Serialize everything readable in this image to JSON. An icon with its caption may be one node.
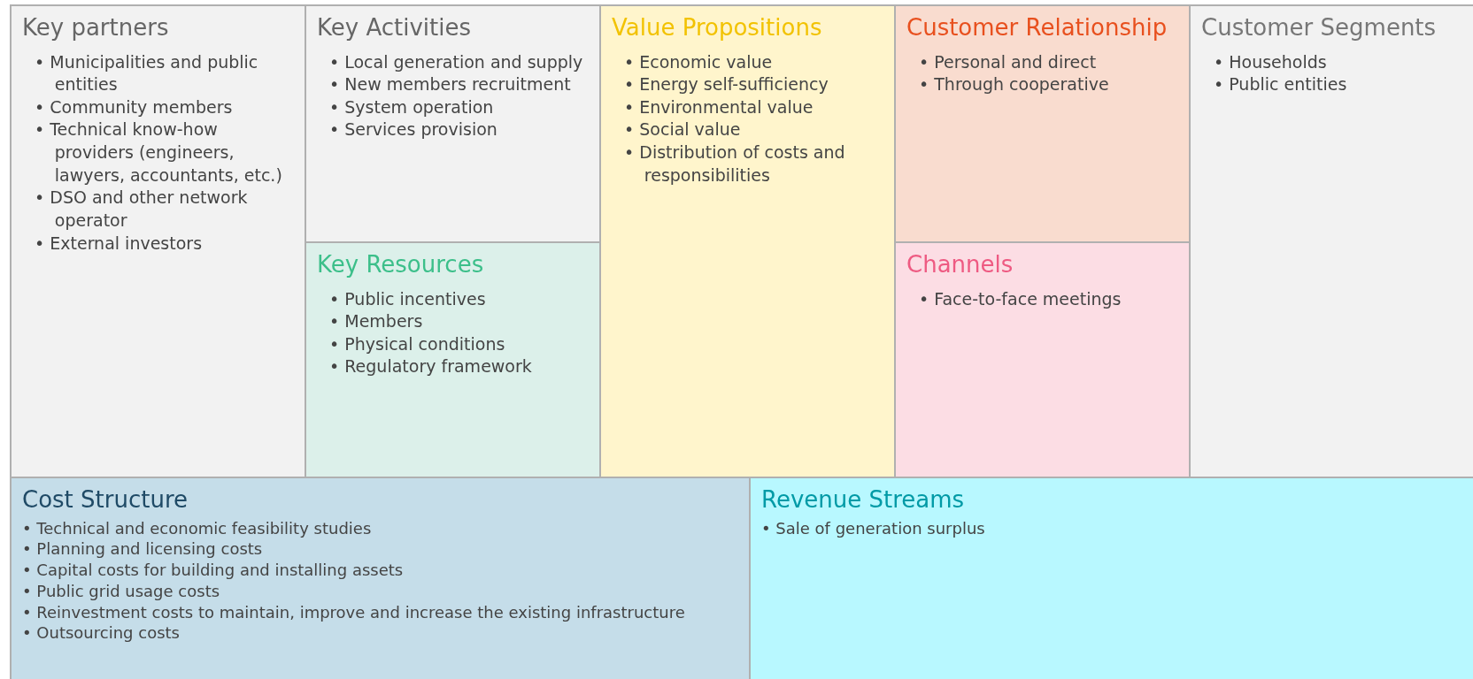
{
  "diagram": {
    "nodes": [
      {
        "text": [
          "Key partners",
          "• Municipalities and public entities",
          "• Community members",
          "• Technical know-how providers (engineers, lawyers, accountants, etc.)",
          "• DSO and other network operator",
          "• External investors"
        ]
      },
      {
        "text": [
          "Key Activities",
          "• Local generation and supply",
          "• New members recruitment",
          "• System operation",
          "• Services provision"
        ]
      },
      {
        "text": [
          "Key Resources",
          "• Public incentives",
          "• Members",
          "• Physical conditions",
          "• Regulatory framework"
        ]
      },
      {
        "text": [
          "Value Propositions",
          "• Economic value",
          "• Energy self-sufficiency",
          "• Environmental value",
          "• Social value",
          "• Distribution of costs and responsibilities"
        ]
      },
      {
        "text": [
          "Customer Relationship",
          "• Personal and direct",
          "• Through cooperative"
        ]
      },
      {
        "text": [
          "Channels",
          "• Face-to-face meetings"
        ]
      },
      {
        "text": [
          "Customer Segments",
          "• Households",
          "• Public entities"
        ]
      },
      {
        "text": [
          "Cost Structure",
          "• Technical and economic feasibility studies",
          "• Planning and licensing costs",
          "• Capital costs for building and installing assets",
          "• Public grid usage costs",
          "• Reinvestment costs to maintain, improve and increase the existing infrastructure",
          "• Outsourcing costs"
        ]
      },
      {
        "text": [
          "Revenue Streams",
          "• Sale of generation surplus"
        ]
      }
    ]
  }
}
